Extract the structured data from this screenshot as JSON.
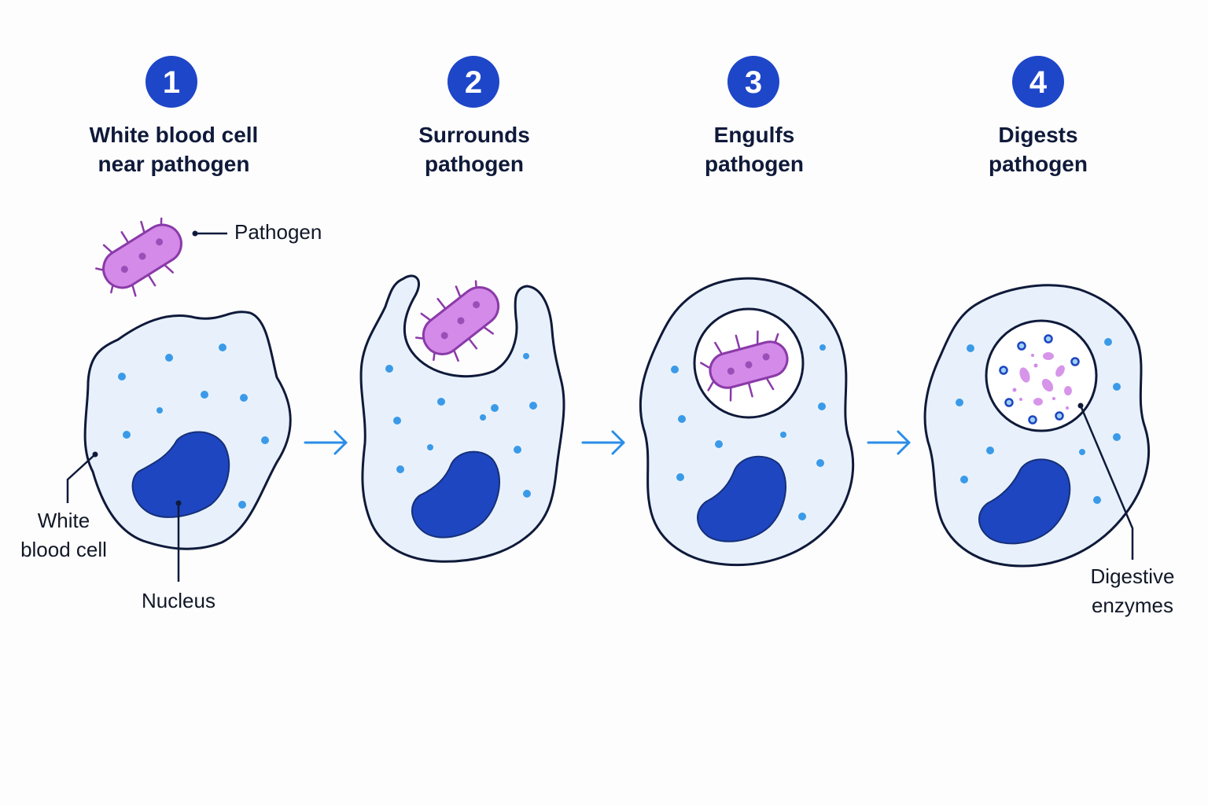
{
  "colors": {
    "badge": "#1e46c8",
    "cell_fill": "#e8f1fb",
    "outline": "#0f1a3a",
    "nucleus": "#1e46c0",
    "granule": "#3b9ae8",
    "pathogen_fill": "#d38ae8",
    "pathogen_stroke": "#8a3aa8",
    "arrow": "#2b8de8"
  },
  "steps": [
    {
      "number": "1",
      "title_line1": "White blood cell",
      "title_line2": "near pathogen"
    },
    {
      "number": "2",
      "title_line1": "Surrounds",
      "title_line2": "pathogen"
    },
    {
      "number": "3",
      "title_line1": "Engulfs",
      "title_line2": "pathogen"
    },
    {
      "number": "4",
      "title_line1": "Digests",
      "title_line2": "pathogen"
    }
  ],
  "labels": {
    "pathogen": "Pathogen",
    "white_blood_cell_line1": "White",
    "white_blood_cell_line2": "blood cell",
    "nucleus": "Nucleus",
    "digestive_enzymes_line1": "Digestive",
    "digestive_enzymes_line2": "enzymes"
  },
  "icons": [
    "pathogen-icon",
    "white-blood-cell-icon",
    "nucleus-icon",
    "vacuole-icon",
    "arrow-right-icon"
  ]
}
